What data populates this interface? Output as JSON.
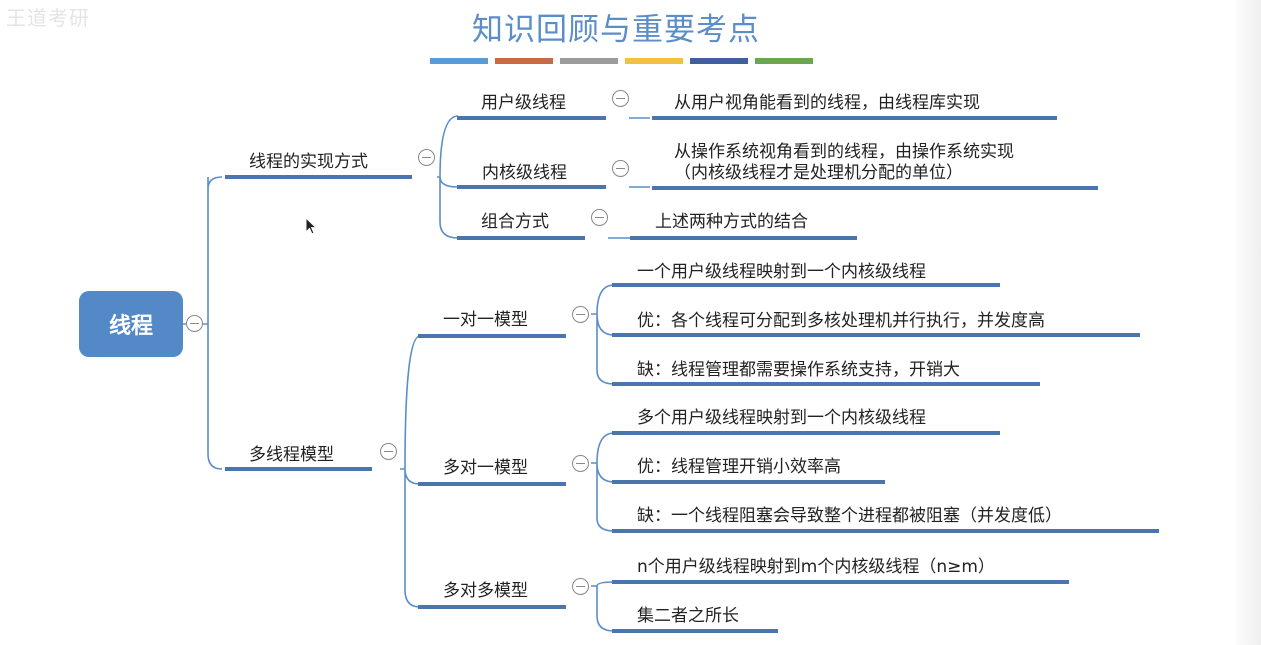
{
  "watermark": "王道考研",
  "title": "知识回顾与重要考点",
  "swatch_colors": [
    "#5b9bd5",
    "#c96a47",
    "#9c9c9c",
    "#f2c140",
    "#3f5fa0",
    "#6aa84f"
  ],
  "root": "线程",
  "branches": {
    "impl": {
      "label": "线程的实现方式",
      "user": {
        "label": "用户级线程",
        "desc": "从用户视角能看到的线程，由线程库实现"
      },
      "kernel": {
        "label": "内核级线程",
        "desc_line1": "从操作系统视角看到的线程，由操作系统实现",
        "desc_line2": "（内核级线程才是处理机分配的单位）"
      },
      "combo": {
        "label": "组合方式",
        "desc": "上述两种方式的结合"
      }
    },
    "models": {
      "label": "多线程模型",
      "one_to_one": {
        "label": "一对一模型",
        "items": [
          "一个用户级线程映射到一个内核级线程",
          "优：各个线程可分配到多核处理机并行执行，并发度高",
          "缺：线程管理都需要操作系统支持，开销大"
        ]
      },
      "many_to_one": {
        "label": "多对一模型",
        "items": [
          "多个用户级线程映射到一个内核级线程",
          "优：线程管理开销小效率高",
          "缺：一个线程阻塞会导致整个进程都被阻塞（并发度低）"
        ]
      },
      "many_to_many": {
        "label": "多对多模型",
        "items": [
          "n个用户级线程映射到m个内核级线程（n≥m）",
          "集二者之所长"
        ]
      }
    }
  }
}
